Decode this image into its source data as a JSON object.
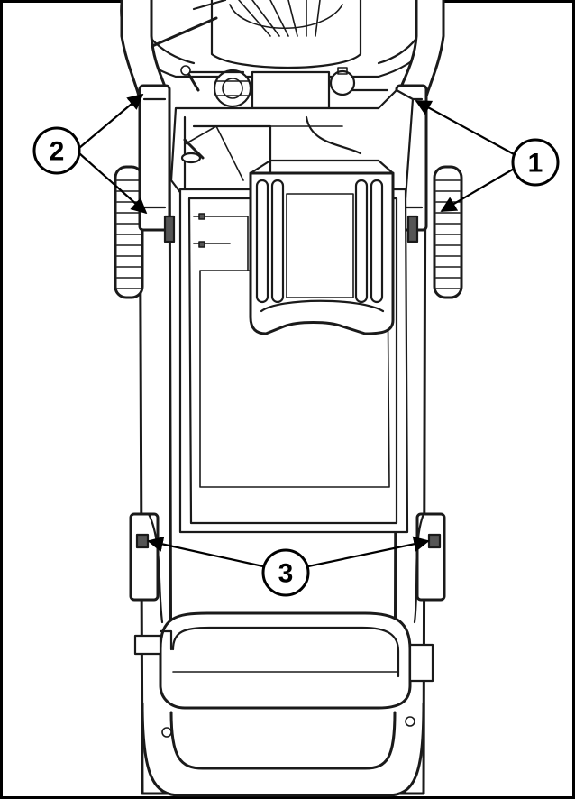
{
  "figure": {
    "description_labels": [],
    "callouts": [
      {
        "id": "callout-1",
        "label": "1"
      },
      {
        "id": "callout-2",
        "label": "2"
      },
      {
        "id": "callout-3",
        "label": "3"
      }
    ]
  },
  "colors": {
    "line": "#1a1a1a",
    "background": "#ffffff",
    "frame_border": "#000000"
  }
}
